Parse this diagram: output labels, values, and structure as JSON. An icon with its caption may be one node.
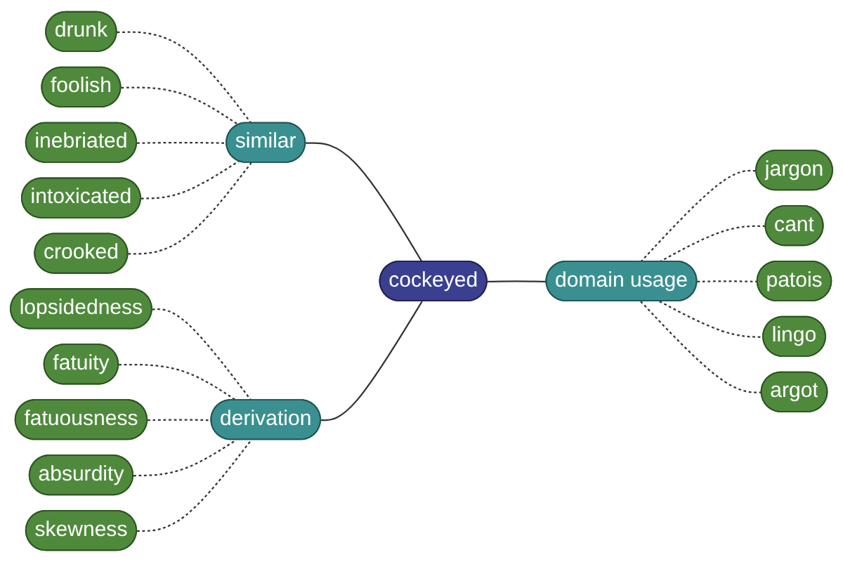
{
  "diagram": {
    "nodes": [
      {
        "text": [
          "cockeyed"
        ]
      },
      {
        "text": [
          "similar"
        ]
      },
      {
        "text": [
          "drunk"
        ]
      },
      {
        "text": [
          "foolish"
        ]
      },
      {
        "text": [
          "inebriated"
        ]
      },
      {
        "text": [
          "intoxicated"
        ]
      },
      {
        "text": [
          "crooked"
        ]
      },
      {
        "text": [
          "domain usage"
        ]
      },
      {
        "text": [
          "jargon"
        ]
      },
      {
        "text": [
          "cant"
        ]
      },
      {
        "text": [
          "patois"
        ]
      },
      {
        "text": [
          "lingo"
        ]
      },
      {
        "text": [
          "argot"
        ]
      },
      {
        "text": [
          "derivation"
        ]
      },
      {
        "text": [
          "lopsidedness"
        ]
      },
      {
        "text": [
          "fatuity"
        ]
      },
      {
        "text": [
          "fatuousness"
        ]
      },
      {
        "text": [
          "absurdity"
        ]
      },
      {
        "text": [
          "skewness"
        ]
      }
    ],
    "edges": [
      {
        "from": 1,
        "to": 0,
        "arrow": "none"
      },
      {
        "from": 0,
        "to": 7,
        "arrow": "none"
      },
      {
        "from": 13,
        "to": 0,
        "arrow": "none"
      },
      {
        "from": 2,
        "to": 1,
        "arrow": "none",
        "style": "dashed"
      },
      {
        "from": 3,
        "to": 1,
        "arrow": "none",
        "style": "dashed"
      },
      {
        "from": 4,
        "to": 1,
        "arrow": "none",
        "style": "dashed"
      },
      {
        "from": 5,
        "to": 1,
        "arrow": "none",
        "style": "dashed"
      },
      {
        "from": 6,
        "to": 1,
        "arrow": "none",
        "style": "dashed"
      },
      {
        "from": 7,
        "to": 8,
        "arrow": "none",
        "style": "dashed"
      },
      {
        "from": 7,
        "to": 9,
        "arrow": "none",
        "style": "dashed"
      },
      {
        "from": 7,
        "to": 10,
        "arrow": "none",
        "style": "dashed"
      },
      {
        "from": 7,
        "to": 11,
        "arrow": "none",
        "style": "dashed"
      },
      {
        "from": 7,
        "to": 12,
        "arrow": "none",
        "style": "dashed"
      },
      {
        "from": 14,
        "to": 13,
        "arrow": "none",
        "style": "dashed"
      },
      {
        "from": 15,
        "to": 13,
        "arrow": "none",
        "style": "dashed"
      },
      {
        "from": 16,
        "to": 13,
        "arrow": "none",
        "style": "dashed"
      },
      {
        "from": 17,
        "to": 13,
        "arrow": "none",
        "style": "dashed"
      },
      {
        "from": 18,
        "to": 13,
        "arrow": "none",
        "style": "dashed"
      }
    ]
  }
}
